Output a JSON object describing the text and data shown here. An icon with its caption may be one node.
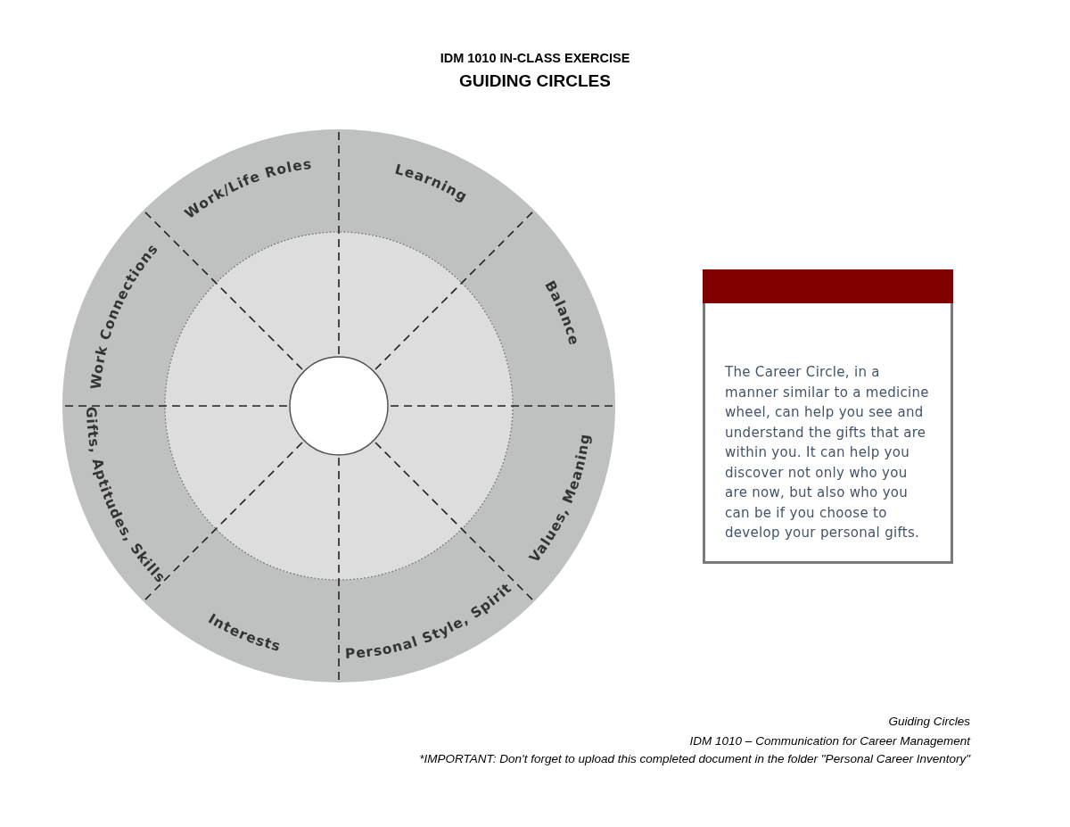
{
  "diagram": {
    "title": "GUIDING CIRCLES",
    "nodes": [
      {
        "text": [
          "Work/Life Roles"
        ]
      },
      {
        "text": [
          "Learning"
        ]
      },
      {
        "text": [
          "Balance"
        ]
      },
      {
        "text": [
          "Values, Meaning"
        ]
      },
      {
        "text": [
          "Personal Style, Spirit"
        ]
      },
      {
        "text": [
          "Interests"
        ]
      },
      {
        "text": [
          "Gifts, Aptitudes, Skills"
        ]
      },
      {
        "text": [
          "Work Connections"
        ]
      },
      {
        "text": [],
        "shape": "circle"
      },
      {
        "text": [
          "The Career Circle, in a manner similar to a medicine wheel, can help you see and understand the gifts that are within you. It can help you discover not only who you are now, but also who you can be if you choose to develop your personal gifts."
        ]
      }
    ],
    "edges": [],
    "labels": [
      "IDM 1010 IN-CLASS EXERCISE",
      "Guiding Circles",
      "IDM 1010 – Communication for Career Management",
      "*IMPORTANT: Don't forget to upload this completed document in the folder \"Personal Career Inventory\""
    ]
  }
}
